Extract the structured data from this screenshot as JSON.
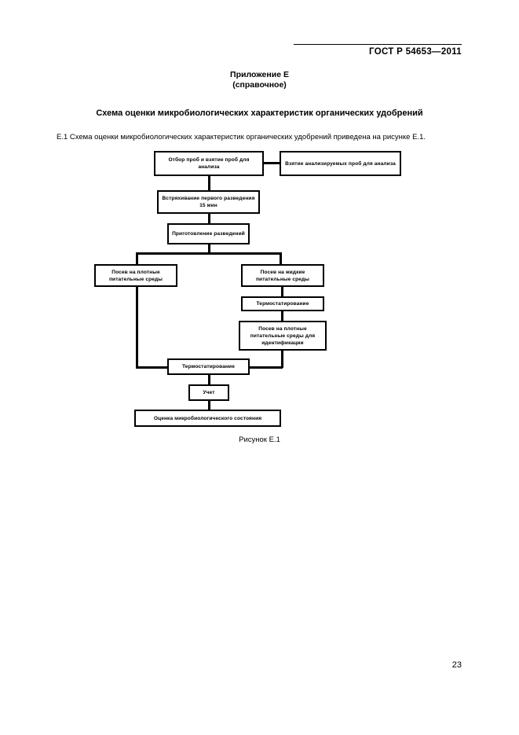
{
  "header": {
    "doc_code": "ГОСТ Р 54653—2011"
  },
  "annex": {
    "label": "Приложение Е",
    "kind": "(справочное)"
  },
  "scheme_title": "Схема оценки микробиологических характеристик органических удобрений",
  "intro_paragraph": "Е.1 Схема оценки микробиологических характеристик органических удобрений приведена на рисунке Е.1.",
  "figure": {
    "caption": "Рисунок Е.1",
    "nodes": [
      {
        "id": "sampling",
        "text": "Отбор проб и взятие проб для анализа"
      },
      {
        "id": "taking-analysed",
        "text": "Взятие анализируемых проб для анализа"
      },
      {
        "id": "shaking",
        "text": "Встряхивание первого разведения 15 мин"
      },
      {
        "id": "dilutions",
        "text": "Приготовление разведений"
      },
      {
        "id": "solid-media",
        "text": "Посев на плотные питательные среды"
      },
      {
        "id": "liquid-media",
        "text": "Посев на жидкие питательные среды"
      },
      {
        "id": "incubation-1",
        "text": "Термостатирование"
      },
      {
        "id": "solid-media-ident",
        "text": "Посев на плотные питательные среды для идентификации"
      },
      {
        "id": "incubation-2",
        "text": "Термостатирование"
      },
      {
        "id": "counting",
        "text": "Учет"
      },
      {
        "id": "final-assessment",
        "text": "Оценка микробиологического состояния"
      }
    ]
  },
  "footer": {
    "page_number": "23"
  },
  "colors": {
    "ink": "#000000",
    "paper": "#ffffff"
  }
}
